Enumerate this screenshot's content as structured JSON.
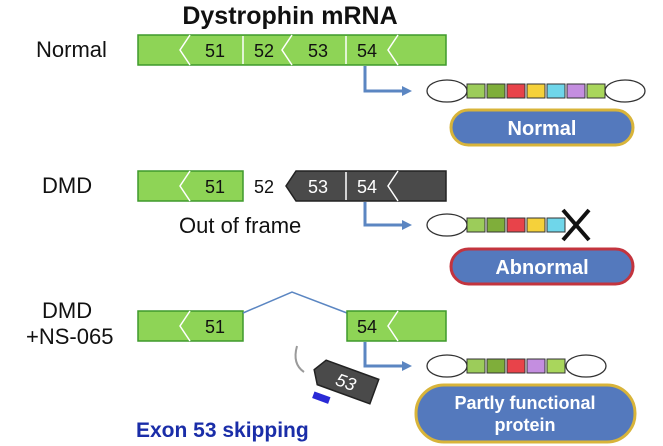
{
  "title": "Dystrophin mRNA",
  "rows": {
    "normal": {
      "label": "Normal",
      "exons": [
        "51",
        "52",
        "53",
        "54"
      ],
      "result": "Normal"
    },
    "dmd": {
      "label": "DMD",
      "exons": [
        "51",
        "52",
        "53",
        "54"
      ],
      "note": "Out of frame",
      "result": "Abnormal"
    },
    "treated": {
      "label_line1": "DMD",
      "label_line2": "+NS-065",
      "exons": [
        "51",
        "54"
      ],
      "skipped_exon": "53",
      "caption": "Exon 53 skipping",
      "result_line1": "Partly functional",
      "result_line2": "protein"
    }
  },
  "colors": {
    "exon_green": "#8ed456",
    "exon_green_border": "#3f9a2c",
    "exon_dark": "#4a4a4a",
    "arrow_blue": "#5b86c2",
    "pill_blue": "#5479bd",
    "pill_gold_border": "#d8b43a",
    "pill_red_border": "#c3343e",
    "caption_blue": "#1a2da8",
    "domain_colors": [
      "#9ccc5a",
      "#7fae3a",
      "#e8434a",
      "#f5d13a",
      "#6fd6ea",
      "#c48ee0",
      "#a9d65c"
    ]
  }
}
